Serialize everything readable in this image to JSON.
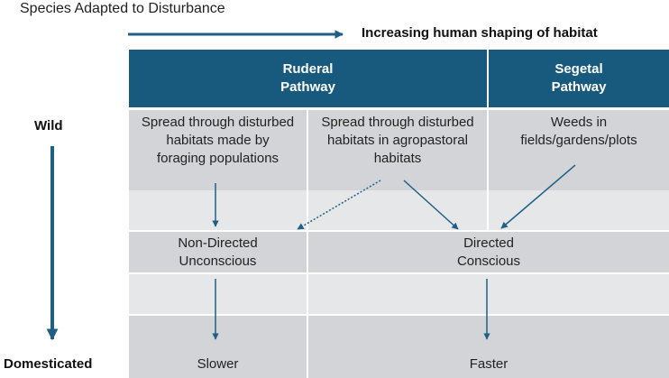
{
  "title": "Species Adapted to Disturbance",
  "top_axis_label": "Increasing human shaping of habitat",
  "side_labels": {
    "top": "Wild",
    "bottom": "Domesticated"
  },
  "headers": {
    "ruderal": "Ruderal\nPathway",
    "segetal": "Segetal\nPathway"
  },
  "row1": {
    "foraging": "Spread through disturbed\nhabitats made by\nforaging populations",
    "agropastoral": "Spread through disturbed\nhabitats in agropastoral\nhabitats",
    "weeds": "Weeds in\nfields/gardens/plots"
  },
  "row3": {
    "non_directed": "Non-Directed\nUnconscious",
    "directed": "Directed\nConscious"
  },
  "row5": {
    "slower": "Slower",
    "faster": "Faster"
  },
  "colors": {
    "header": "#185a7d",
    "arrow": "#1f5f86",
    "cell_dark": "#d2d4d7",
    "cell_light": "#e6e7e9"
  }
}
